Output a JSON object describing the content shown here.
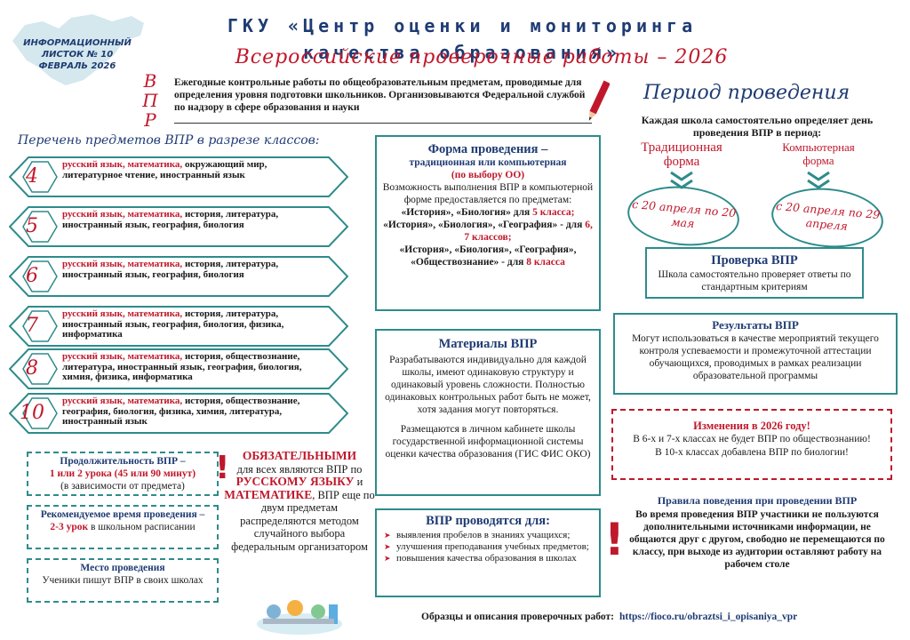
{
  "colors": {
    "navy": "#1f3b73",
    "red": "#c0182b",
    "teal": "#2e8b8b"
  },
  "header": {
    "badge_line1": "ИНФОРМАЦИОННЫЙ",
    "badge_line2": "ЛИСТОК № 10",
    "badge_line3": "ФЕВРАЛЬ 2026",
    "org_line1": "ГКУ «Центр оценки и мониторинга",
    "org_line2": "качества образования»",
    "subtitle": "Всероссийские проверочные работы – 2026",
    "vpr_letters": [
      "В",
      "П",
      "Р"
    ],
    "intro": "Ежегодные контрольные работы по общеобразовательным предметам, проводимые для определения уровня подготовки школьников. Организовываются Федеральной службой по надзору в сфере образования и науки"
  },
  "subjects": {
    "title": "Перечень предметов ВПР в разрезе классов:",
    "grades": [
      {
        "num": "4",
        "red": "русский язык, математика,",
        "rest": " окружающий мир, литературное чтение, иностранный язык"
      },
      {
        "num": "5",
        "red": "русский язык, математика,",
        "rest": " история, литература, иностранный язык, география, биология"
      },
      {
        "num": "6",
        "red": "русский язык, математика,",
        "rest": " история, литература, иностранный язык, география, биология"
      },
      {
        "num": "7",
        "red": "русский язык, математика,",
        "rest": " история, литература, иностранный язык, география, биология, физика, информатика"
      },
      {
        "num": "8",
        "red": "русский язык, математика,",
        "rest": " история, обществознание, литература, иностранный язык, география, биология, химия, физика, информатика"
      },
      {
        "num": "10",
        "red": "русский язык, математика,",
        "rest": " история, обществознание, география, биология, физика, химия, литература, иностранный язык"
      }
    ]
  },
  "duration": {
    "title": "Продолжительность ВПР –",
    "value": "1 или 2 урока (45 или 90 минут)",
    "note": "(в зависимости от предмета)"
  },
  "recommended": {
    "title": "Рекомендуемое время проведения –",
    "value": "2-3 урок",
    "note": " в школьном расписании"
  },
  "place": {
    "title": "Место проведения",
    "text": "Ученики пишут ВПР в своих школах"
  },
  "mandatory": {
    "title": "ОБЯЗАТЕЛЬНЫМИ",
    "line1": "для всех являются ВПР по",
    "subj1": "РУССКОМУ ЯЗЫКУ",
    "and": " и ",
    "subj2": "МАТЕМАТИКЕ",
    "text": ", ВПР еще по двум предметам распределяются методом случайного выбора федеральным организатором"
  },
  "form": {
    "title": "Форма проведения –",
    "subtitle": "традиционная или компьютерная",
    "choice": "(по выбору ОО)",
    "text": "Возможность выполнения ВПР в компьютерной форме предоставляется по предметам:",
    "l1": "«История», «Биология» для ",
    "l1r": "5 класса;",
    "l2": "«История», «Биология», «География» - для ",
    "l2r": "6, 7 классов;",
    "l3": "«История», «Биология», «География», «Обществознание» - для ",
    "l3r": "8 класса"
  },
  "materials": {
    "title": "Материалы ВПР",
    "text1": "Разрабатываются индивидуально для каждой школы, имеют одинаковую структуру и одинаковый уровень сложности. Полностью одинаковых контрольных работ быть не может, хотя задания могут повторяться.",
    "text2": "Размещаются в личном кабинете школы государственной информационной системы оценки качества образования (ГИС ФИС ОКО)"
  },
  "purposes": {
    "title": "ВПР проводятся для:",
    "items": [
      "выявления пробелов в знаниях учащихся;",
      "улучшения преподавания учебных предметов;",
      "повышения качества образования в школах"
    ]
  },
  "period": {
    "title": "Период проведения",
    "text": "Каждая школа самостоятельно определяет день проведения ВПР в период:",
    "traditional": "Традиционная форма",
    "computer": "Компьютерная форма",
    "trad_dates": "с 20 апреля по 20 мая",
    "comp_dates": "с 20 апреля по 29 апреля"
  },
  "check": {
    "title": "Проверка ВПР",
    "text": "Школа самостоятельно проверяет ответы по стандартным критериям"
  },
  "results": {
    "title": "Результаты ВПР",
    "text": "Могут использоваться в качестве мероприятий текущего контроля успеваемости и промежуточной аттестации обучающихся, проводимых в рамках реализации образовательной программы"
  },
  "changes": {
    "title": "Изменения в 2026 году!",
    "line1": "В 6-х и 7-х классах не будет ВПР по обществознанию!",
    "line2": "В 10-х классах добавлена ВПР по биологии!"
  },
  "rules": {
    "title": "Правила поведения при проведении ВПР",
    "text": "Во время проведения ВПР участники не пользуются дополнительными источниками информации, не общаются друг с другом, свободно не перемещаются по классу, при выходе из аудитории оставляют работу на рабочем столе"
  },
  "footer": {
    "label": "Образцы и описания проверочных работ:",
    "url": "https://fioco.ru/obraztsi_i_opisaniya_vpr"
  },
  "icons": [
    "crimea-map-icon",
    "pencil-icon",
    "exclamation-icon",
    "chevron-down-icon",
    "arrow-bullet-icon",
    "kids-illustration"
  ]
}
